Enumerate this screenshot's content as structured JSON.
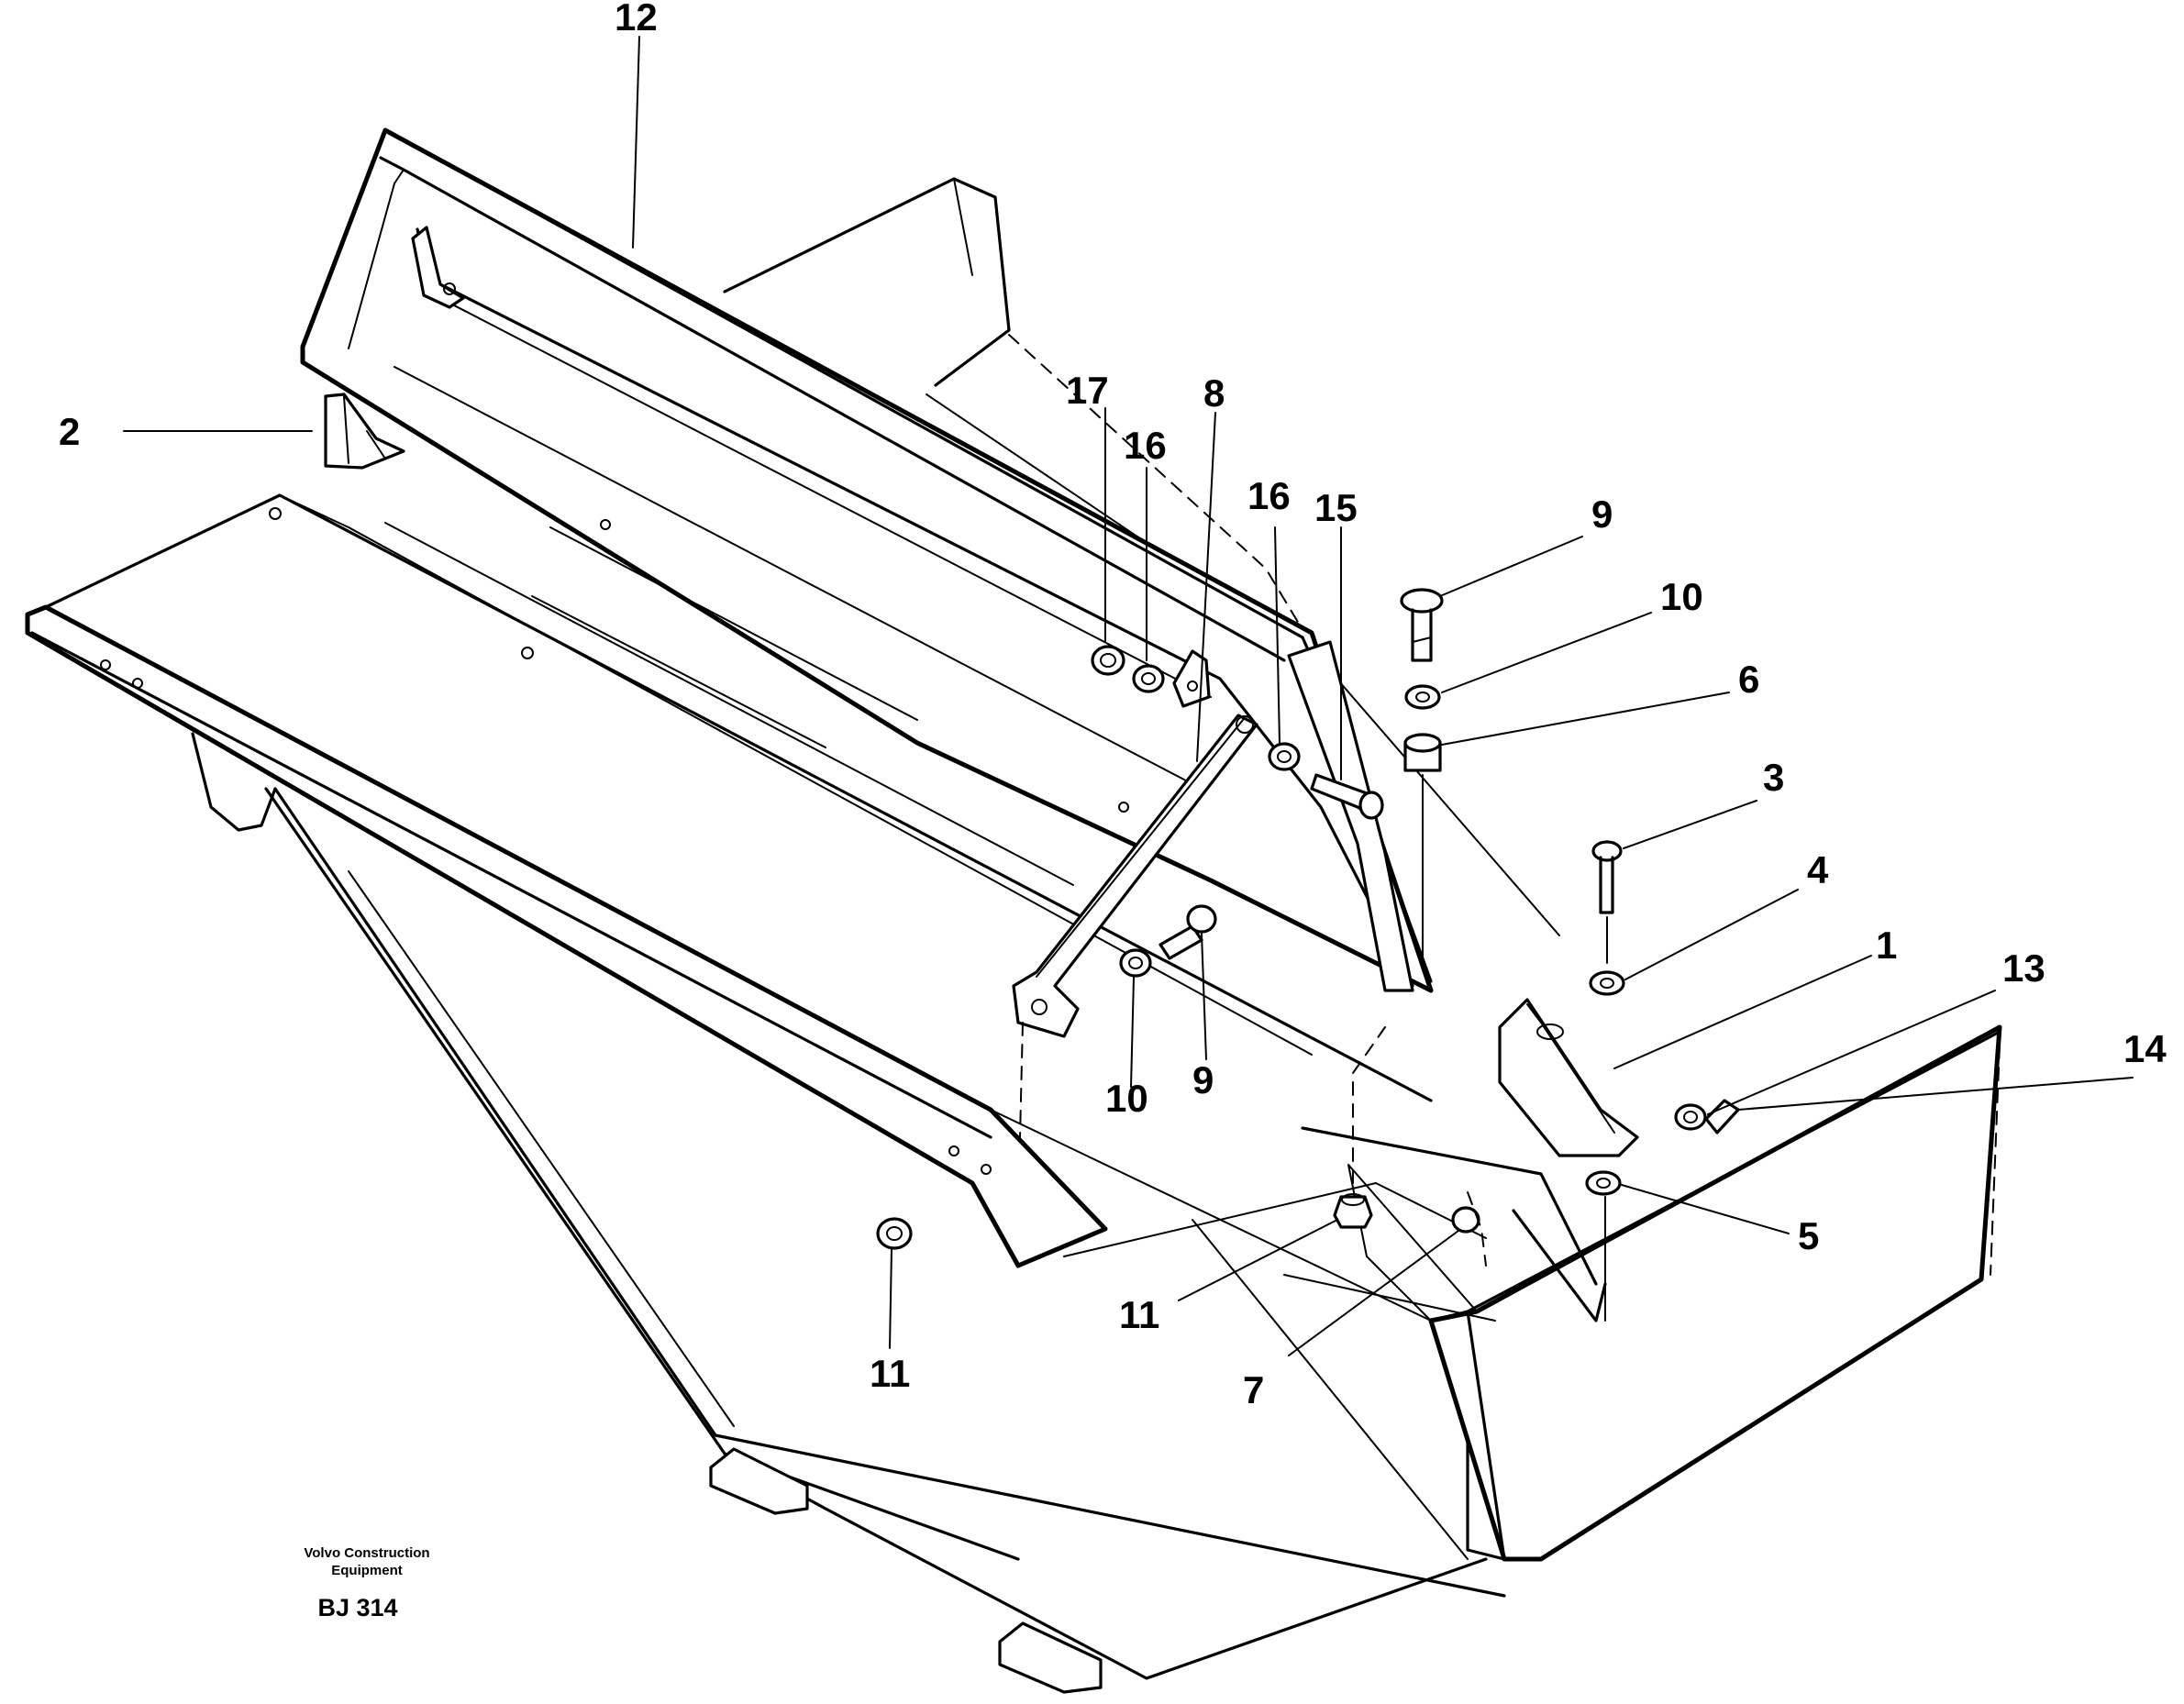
{
  "callouts": [
    "12",
    "2",
    "17",
    "16",
    "8",
    "16",
    "15",
    "9",
    "10",
    "6",
    "3",
    "4",
    "1",
    "13",
    "14",
    "5",
    "10",
    "9",
    "11",
    "11",
    "7"
  ],
  "footer": {
    "brand_line1": "Volvo Construction",
    "brand_line2": "Equipment",
    "code": "BJ 314"
  }
}
